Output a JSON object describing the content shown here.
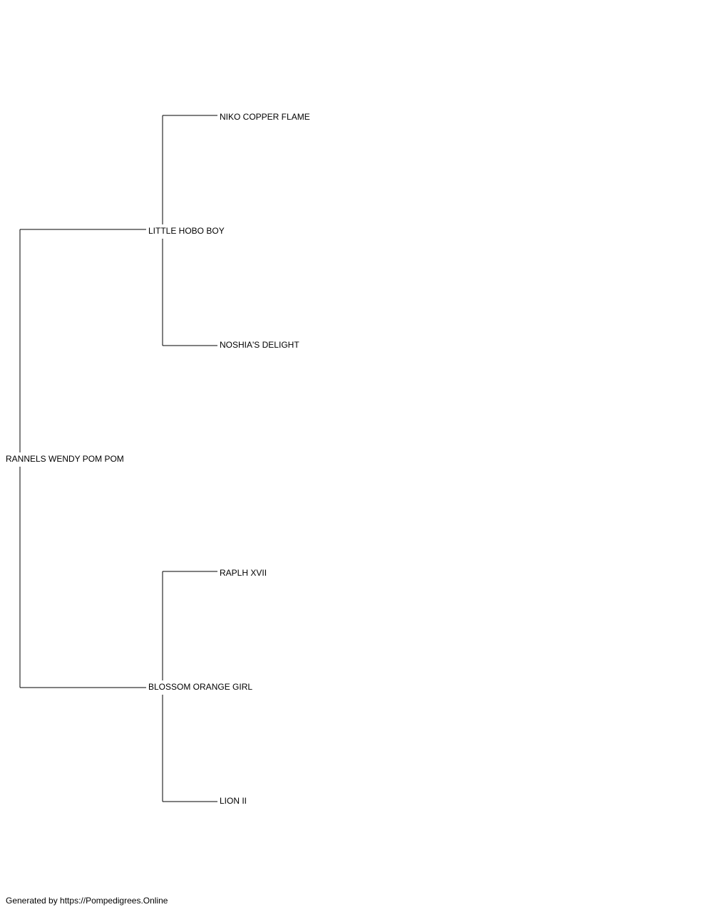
{
  "pedigree": {
    "subject": "RANNELS WENDY POM POM",
    "sire": {
      "name": "LITTLE HOBO BOY",
      "sire": "NIKO COPPER FLAME",
      "dam": "NOSHIA'S DELIGHT"
    },
    "dam": {
      "name": "BLOSSOM ORANGE GIRL",
      "sire": "RAPLH XVII",
      "dam": "LION II"
    }
  },
  "footer": {
    "text": "Generated by https://Pompedigrees.Online"
  },
  "colors": {
    "line": "#000000",
    "text": "#000000",
    "background": "#ffffff"
  }
}
